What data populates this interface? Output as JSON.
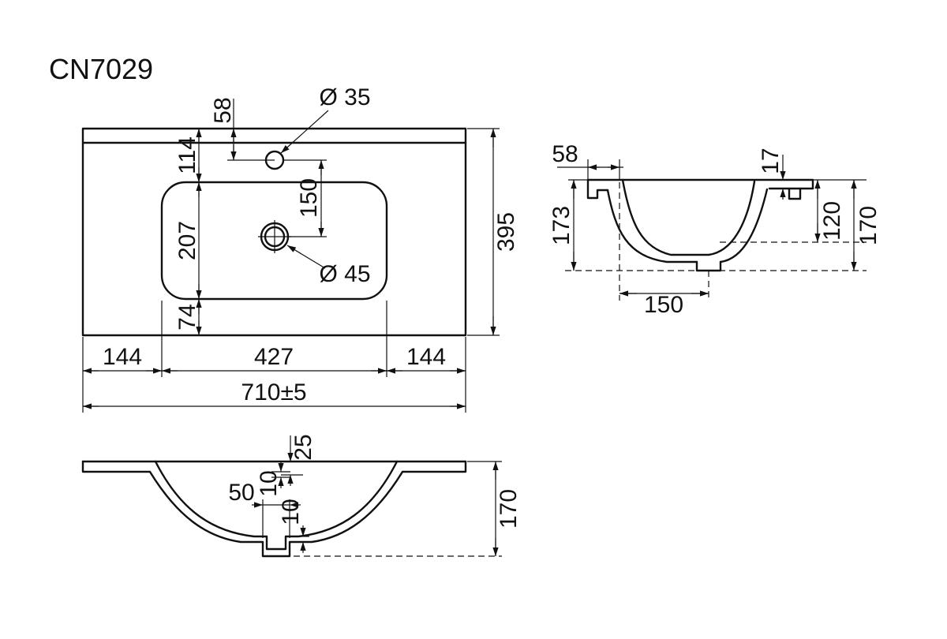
{
  "title": "CN7029",
  "top": {
    "d58": "58",
    "d35": "Ø 35",
    "d114": "114",
    "d150": "150",
    "d207": "207",
    "d45": "Ø 45",
    "d74": "74",
    "d395": "395",
    "d144l": "144",
    "d427": "427",
    "d144r": "144",
    "d710": "710±5"
  },
  "side": {
    "d58": "58",
    "d17": "17",
    "d173": "173",
    "d120": "120",
    "d170": "170",
    "d150": "150"
  },
  "front": {
    "d25": "25",
    "d10a": "10",
    "d50": "50",
    "d10b": "10",
    "d170": "170"
  },
  "colors": {
    "line": "#111111",
    "background": "#ffffff"
  }
}
